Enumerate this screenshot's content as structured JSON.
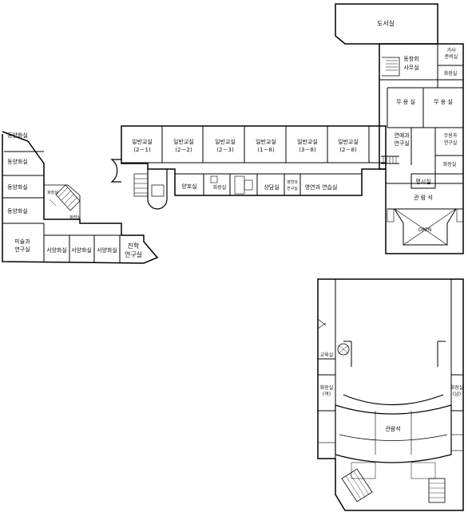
{
  "rooms": {
    "library": "도서실",
    "alumni_office_1": "동창회",
    "alumni_office_2": "사무실",
    "home_ec_1": "가사",
    "home_ec_2": "준비실",
    "restroom_ne": "화장실",
    "dance_left": "무 용 실",
    "dance_right": "무 용 실",
    "drama_lab_1": "연예과",
    "drama_lab_2": "연구실",
    "dance_lab_1": "무용과",
    "dance_lab_2": "연구실",
    "restroom_e": "화장실",
    "classrooms": [
      {
        "name": "일반교실",
        "num": "(2－1)"
      },
      {
        "name": "일반교실",
        "num": "(2－2)"
      },
      {
        "name": "일반교실",
        "num": "(2－3)"
      },
      {
        "name": "일반교실",
        "num": "(1－8)"
      },
      {
        "name": "일반교실",
        "num": "(3－8)"
      },
      {
        "name": "일반교실",
        "num": "(2－8)"
      }
    ],
    "nurse": "양호실",
    "restroom_mid": "화장실",
    "counseling": "상담실",
    "theater_lab_1": "영연과",
    "theater_lab_2": "연구실",
    "theater_practice": "영연과 연습실",
    "admin_room": "명시실",
    "seats_upper": "관 람 석",
    "open": "OPEN",
    "oriental_1": "동양화실",
    "oriental_2": "동양화실",
    "oriental_3": "동양화실",
    "oriental_4": "동양화실",
    "restroom_w1": "화장실",
    "restroom_w2": "화장실",
    "art_lab_1": "미술과",
    "art_lab_2": "연구실",
    "western_1": "서양화실",
    "western_2": "서양화실",
    "western_3": "서양화실",
    "career_1": "진학",
    "career_2": "연구실",
    "prep_room": "교육실",
    "restroom_women_1": "화장실",
    "restroom_women_2": "(여)",
    "restroom_men_1": "화장실",
    "restroom_men_2": "(남)",
    "seats_lower": "관람석"
  }
}
